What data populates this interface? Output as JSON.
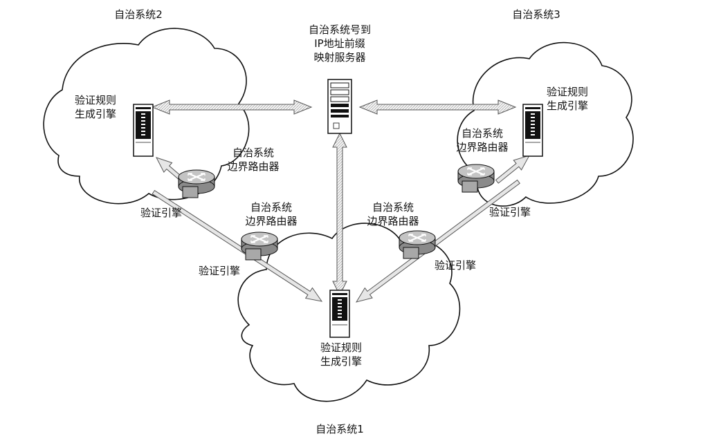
{
  "mapping_server": {
    "lines": [
      "自治系统号到",
      "IP地址前缀",
      "映射服务器"
    ]
  },
  "as1": {
    "title": "自治系统1",
    "rule_engine_lines": [
      "验证规则",
      "生成引擎"
    ],
    "left_router": {
      "label_lines": [
        "自治系统",
        "边界路由器"
      ],
      "engine": "验证引擎"
    },
    "right_router": {
      "label_lines": [
        "自治系统",
        "边界路由器"
      ],
      "engine": "验证引擎"
    }
  },
  "as2": {
    "title": "自治系统2",
    "rule_engine_lines": [
      "验证规则",
      "生成引擎"
    ],
    "router": {
      "label_lines": [
        "自治系统",
        "边界路由器"
      ],
      "engine": "验证引擎"
    }
  },
  "as3": {
    "title": "自治系统3",
    "rule_engine_lines": [
      "验证规则",
      "生成引擎"
    ],
    "router": {
      "label_lines": [
        "自治系统",
        "边界路由器"
      ],
      "engine": "验证引擎"
    }
  },
  "colors": {
    "outline": "#111111",
    "arrow_fill": "#e6e6e6",
    "router_body": "#8a8a8a",
    "router_top": "#c4c4c4"
  }
}
